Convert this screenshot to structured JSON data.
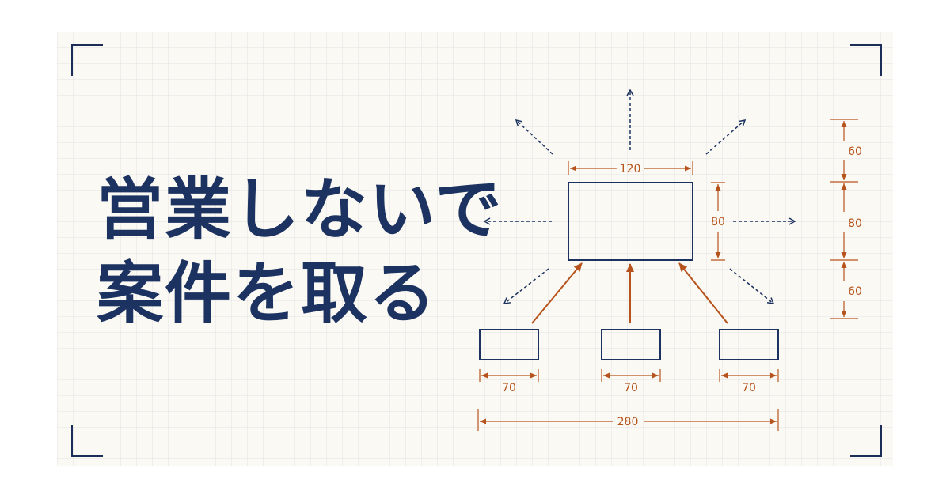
{
  "headline": {
    "line1": "営業しないで",
    "line2": "案件を取る"
  },
  "diagram": {
    "dimensions": {
      "main_width": "120",
      "main_height": "80",
      "side_top": "60",
      "side_middle": "80",
      "side_bottom": "60",
      "sub_left": "70",
      "sub_center": "70",
      "sub_right": "70",
      "total_width": "280"
    },
    "colors": {
      "navy": "#1c3260",
      "orange": "#b6531c",
      "background": "#fbf9f3"
    }
  }
}
